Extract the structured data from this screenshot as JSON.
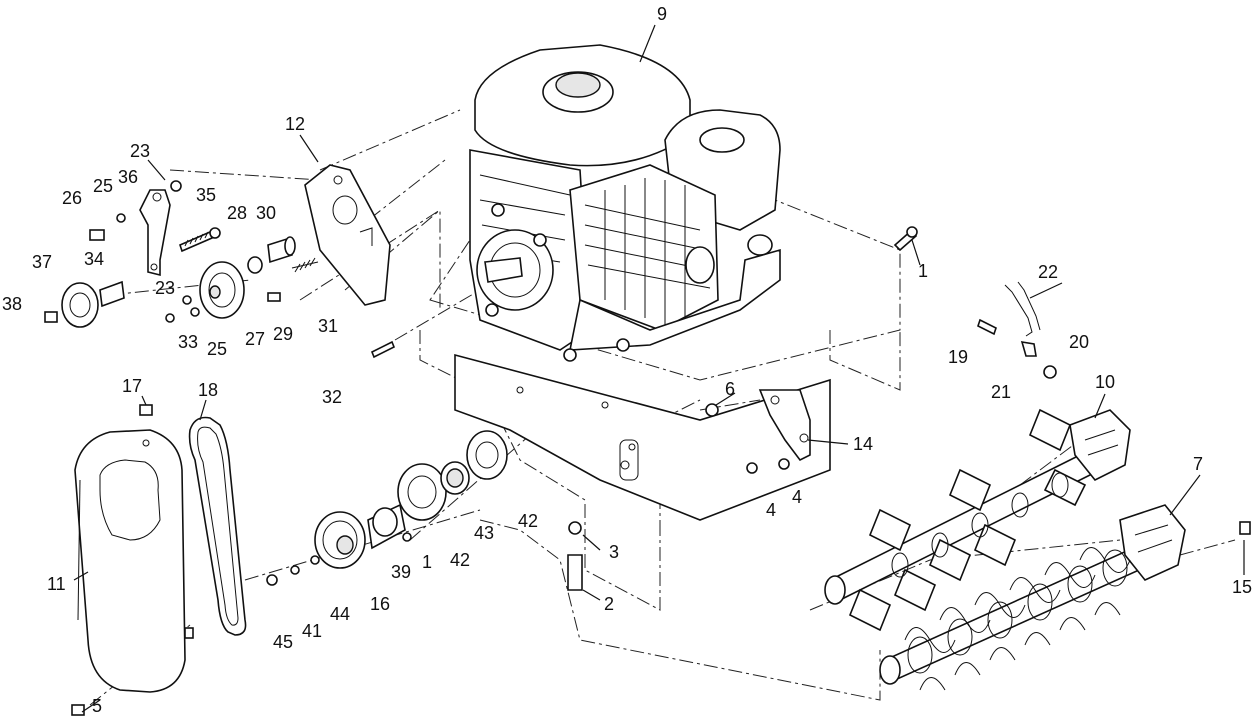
{
  "callouts": {
    "c1a": "1",
    "c1b": "1",
    "c2": "2",
    "c3": "3",
    "c4a": "4",
    "c4b": "4",
    "c5": "5",
    "c6": "6",
    "c7": "7",
    "c9": "9",
    "c10": "10",
    "c11": "11",
    "c12": "12",
    "c14": "14",
    "c15": "15",
    "c16": "16",
    "c17": "17",
    "c18": "18",
    "c19": "19",
    "c20": "20",
    "c21": "21",
    "c22": "22",
    "c23a": "23",
    "c23b": "23",
    "c25a": "25",
    "c25b": "25",
    "c26": "26",
    "c27": "27",
    "c28": "28",
    "c29": "29",
    "c30": "30",
    "c31": "31",
    "c32": "32",
    "c33": "33",
    "c34": "34",
    "c35": "35",
    "c36": "36",
    "c37": "37",
    "c38": "38",
    "c39": "39",
    "c41": "41",
    "c42a": "42",
    "c42b": "42",
    "c43": "43",
    "c44": "44",
    "c45": "45"
  }
}
